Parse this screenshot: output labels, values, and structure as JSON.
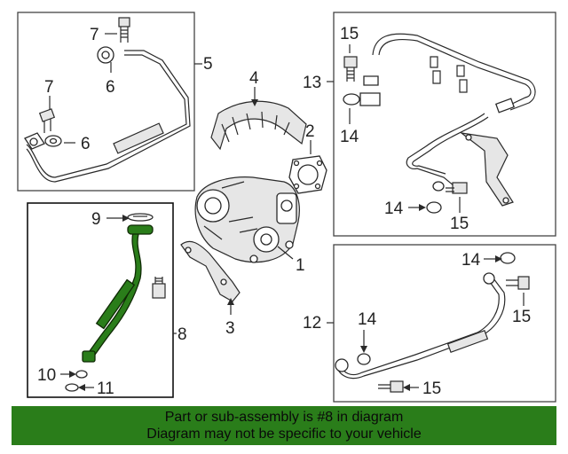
{
  "callouts": {
    "c1": "1",
    "c2": "2",
    "c3": "3",
    "c4": "4",
    "c5": "5",
    "c6a": "6",
    "c6b": "6",
    "c7a": "7",
    "c7b": "7",
    "c8": "8",
    "c9": "9",
    "c10": "10",
    "c11": "11",
    "c12": "12",
    "c13": "13",
    "c14a": "14",
    "c14b": "14",
    "c14c": "14",
    "c14d": "14",
    "c15a": "15",
    "c15b": "15",
    "c15c": "15",
    "c15d": "15"
  },
  "banner": {
    "line1": "Part or sub-assembly is #8 in diagram",
    "line2": "Diagram may not be specific to your vehicle"
  },
  "colors": {
    "highlight": "#2a7d1a",
    "banner": "#2a7d1a",
    "line": "#2a2a2a"
  }
}
